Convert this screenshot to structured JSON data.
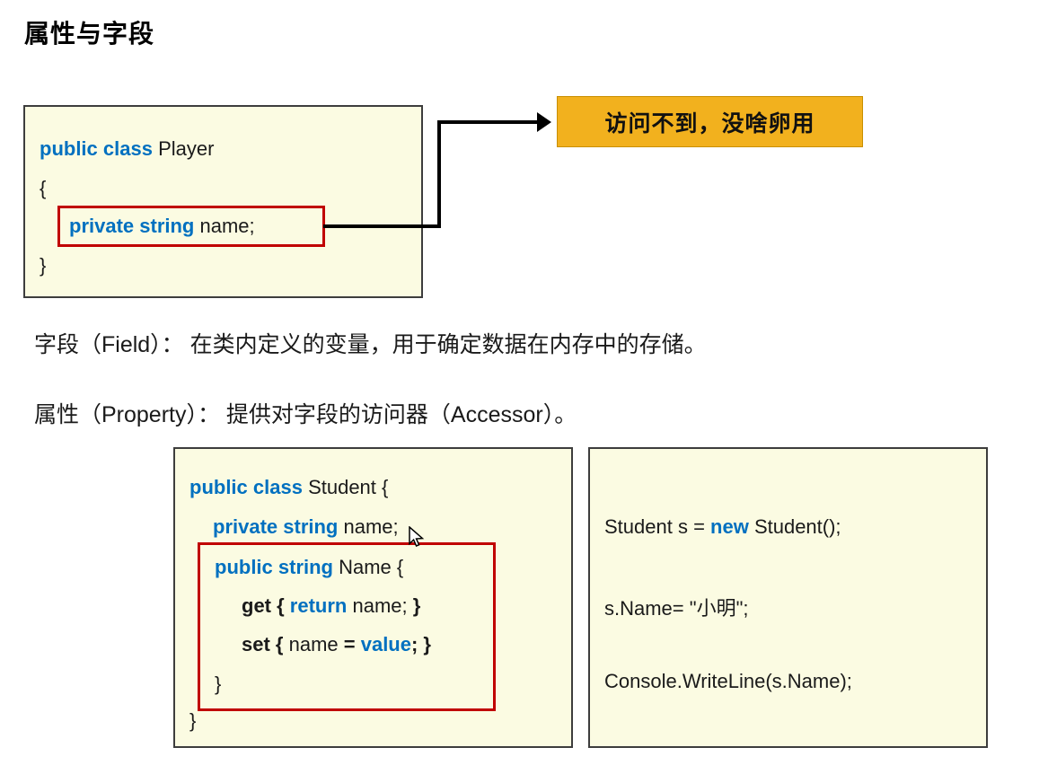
{
  "title": "属性与字段",
  "callout": {
    "label": "访问不到，没啥卵用"
  },
  "field_line": "字段（Field）： 在类内定义的变量，用于确定数据在内存中的存储。",
  "property_line": "属性（Property）： 提供对字段的访问器（Accessor）。",
  "player_box": {
    "l1_kw": "public class",
    "l1_rest": " Player",
    "l2": "{",
    "l3_kw": "private string",
    "l3_rest": " name;",
    "l4": "}"
  },
  "student_box": {
    "l1_kw": "public class",
    "l1_rest": " Student {",
    "l2_kw": "private string",
    "l2_rest": " name;",
    "l3_kw": "public string",
    "l3_rest": " Name {",
    "l4_b1": "get { ",
    "l4_kw": "return",
    "l4_mid": " name;",
    "l4_b2": " }",
    "l5_b1": "set { ",
    "l5_mid": "name ",
    "l5_b2": "= ",
    "l5_kw": "value",
    "l5_b3": "; }",
    "l6": "}",
    "l7": "}"
  },
  "usage_box": {
    "l1_a": "Student s = ",
    "l1_kw": "new",
    "l1_b": " Student();",
    "l2": "s.Name= \"小明\";",
    "l3": "Console.WriteLine(s.Name);"
  },
  "colors": {
    "keyword_blue": "#0070C0",
    "highlight_red": "#C00000",
    "callout_bg": "#F2B11E",
    "codebox_bg": "#FBFBE2",
    "codebox_border": "#3d3d3d"
  }
}
